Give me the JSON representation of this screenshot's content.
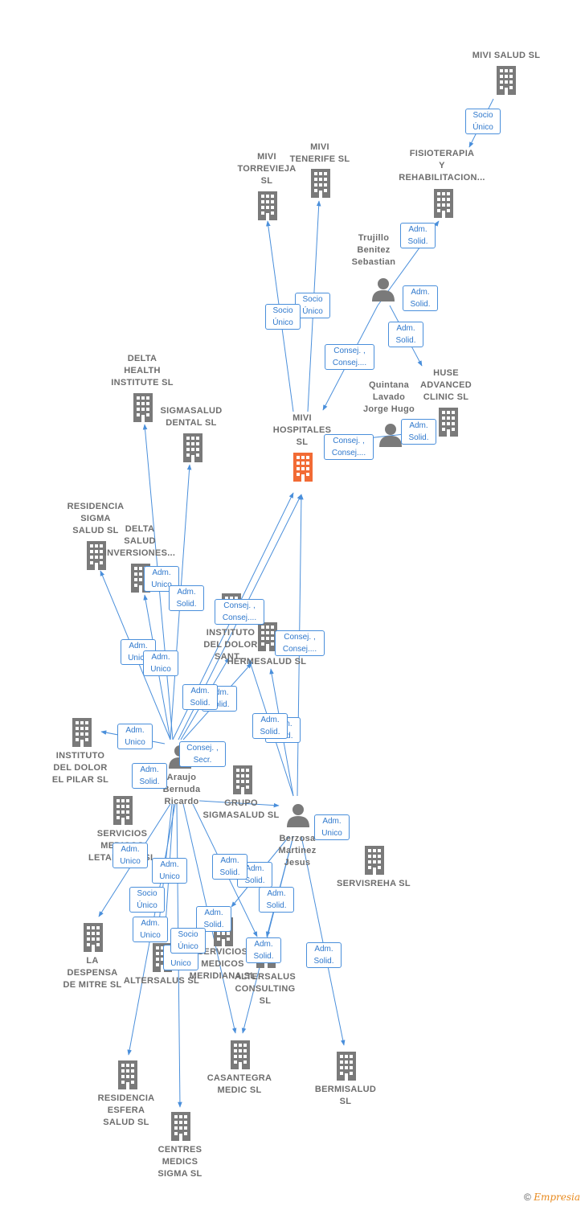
{
  "colors": {
    "edge": "#4a8fdb",
    "building": "#7a7a7a",
    "focus": "#f26b35",
    "person": "#7a7a7a",
    "label": "#6d6d6d"
  },
  "companies": {
    "mivi_salud": "MIVI SALUD  SL",
    "fisioterapia": "FISIOTERAPIA\nY\nREHABILITACION...",
    "mivi_torrevieja": "MIVI\nTORREVIEJA\nSL",
    "mivi_tenerife": "MIVI\nTENERIFE  SL",
    "delta_health": "DELTA\nHEALTH\nINSTITUTE  SL",
    "sigmasalud_dental": "SIGMASALUD\nDENTAL SL",
    "mivi_hospitales": "MIVI\nHOSPITALES\nSL",
    "huse_advanced": "HUSE\nADVANCED\nCLINIC  SL",
    "residencia_sigma": "RESIDENCIA\nSIGMA\nSALUD SL",
    "delta_salud": "DELTA\nSALUD\nINVERSIONES...",
    "instituto_dolor_sant": "INSTITUTO\nDEL DOLOR\nSANT...",
    "hermesalud": "HERMESALUD SL",
    "instituto_pilar": "INSTITUTO\nDEL DOLOR\nEL PILAR  SL",
    "grupo_sigmasalud": "GRUPO\nSIGMASALUD SL",
    "servicios_letam": "SERVICIOS\nMEDICOS\nLETAMENDI SL",
    "servisreha": "SERVISREHA SL",
    "la_despensa": "LA\nDESPENSA\nDE MITRE  SL",
    "altersalus": "ALTERSALUS SL",
    "servicios_meridiana": "SERVICIOS\nMEDICOS\nMERIDIANA SL",
    "altersalus_consulting": "ALTERSALUS\nCONSULTING\nSL",
    "residencia_esfera": "RESIDENCIA\nESFERA\nSALUD SL",
    "casantegra": "CASANTEGRA\nMEDIC SL",
    "bermisalud": "BERMISALUD\nSL",
    "centres_medics": "CENTRES\nMEDICS\nSIGMA SL"
  },
  "persons": {
    "trujillo": "Trujillo\nBenitez\nSebastian",
    "quintana": "Quintana\nLavado\nJorge Hugo",
    "araujo": "Araujo\nBernuda\nRicardo",
    "berzosa": "Berzosa\nMartinez\nJesus"
  },
  "edge_labels": {
    "socio_unico": "Socio\nÚnico",
    "adm_solid": "Adm.\nSolid.",
    "adm_unico": "Adm.\nUnico",
    "consej_consej": "Consej. ,\nConsej....",
    "consej_secr": "Consej. ,\nSecr."
  },
  "footer": {
    "copyright": "©",
    "brand": "Empresia"
  }
}
